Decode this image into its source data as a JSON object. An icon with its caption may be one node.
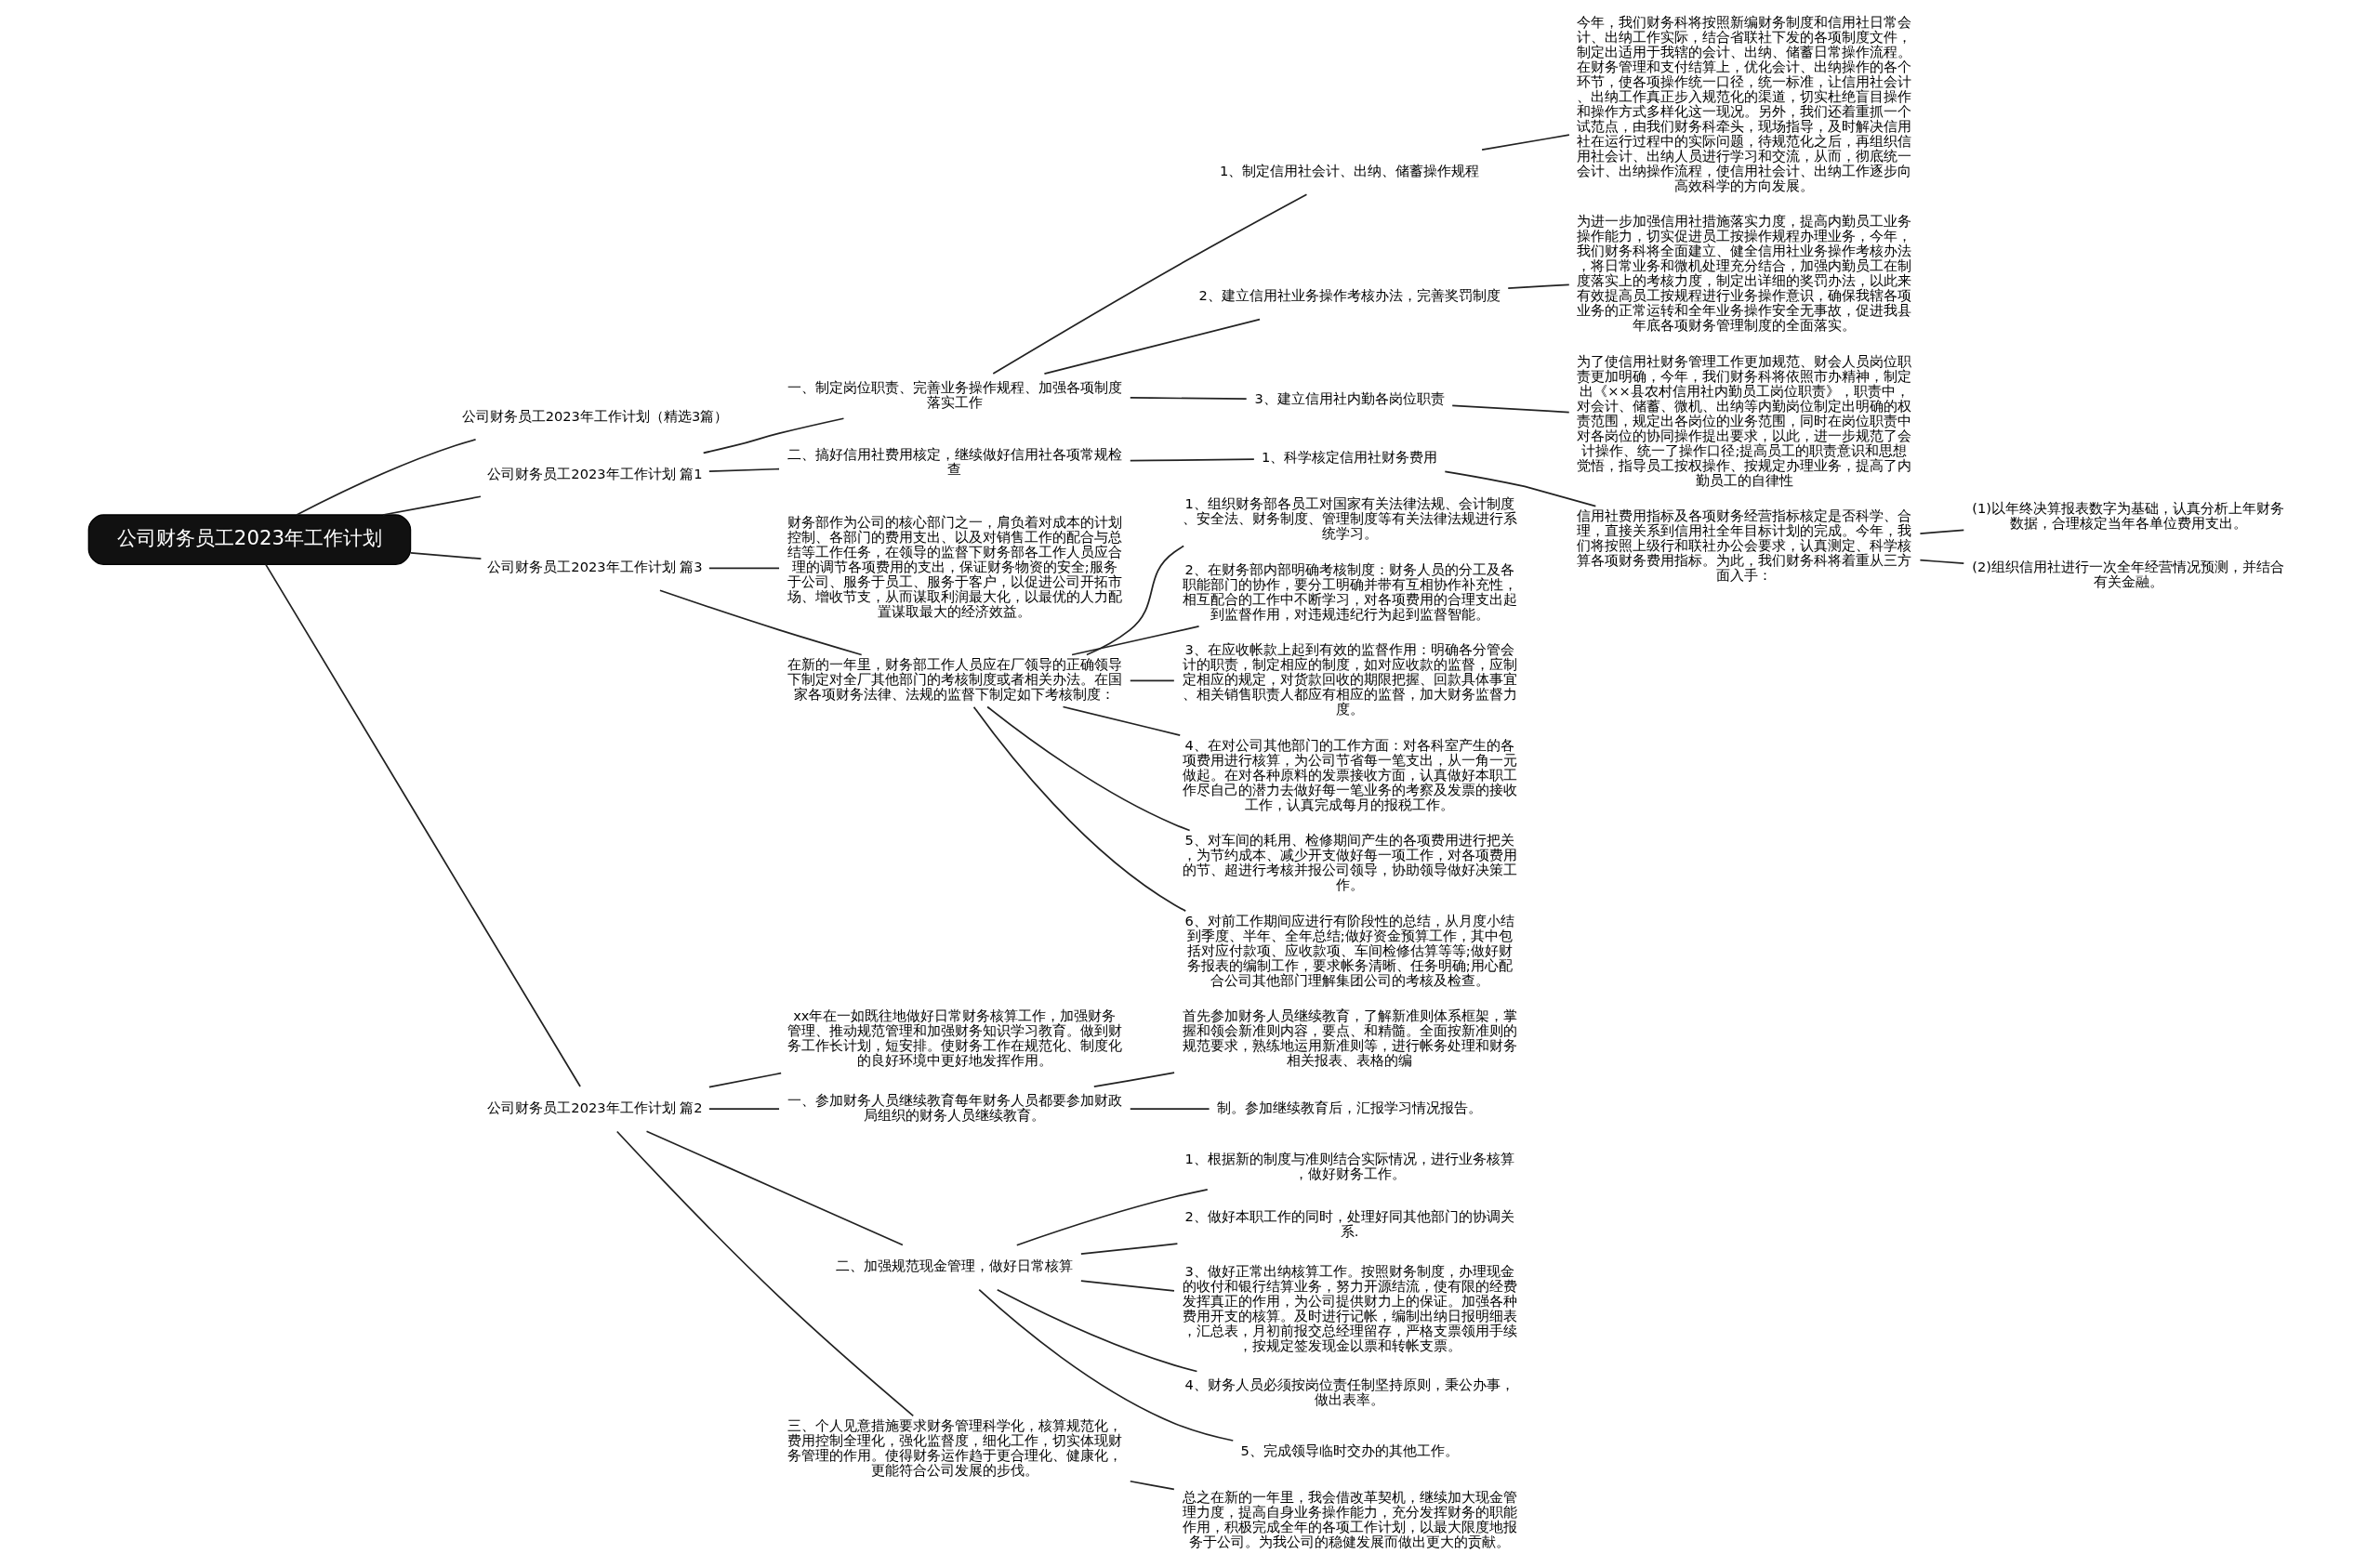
{
  "diagram": {
    "nodes": [
      {
        "text": [
          "公司财务员工2023年工作计划"
        ]
      },
      {
        "text": [
          "公司财务员工2023年工作计划（精选3篇）"
        ]
      },
      {
        "text": [
          "公司财务员工2023年工作计划 篇1"
        ]
      },
      {
        "text": [
          "一、制定岗位职责、完善业务操作规程、加强各项制度落实工作"
        ]
      },
      {
        "text": [
          "1、制定信用社会计、出纳、储蓄操作规程"
        ]
      },
      {
        "text": [
          "今年，我们财务科将按照新编财务制度和信用社日常会计、出纳工作实际，结合省联社下发的各项制度文件，制定出适用于我辖的会计、出纳、储蓄日常操作流程。在财务管理和支付结算上，优化会计、出纳操作的各个环节，使各项操作统一口径，统一标准，让信用社会计、出纳工作真正步入规范化的渠道，切实杜绝盲目操作和操作方式多样化这一现况。另外，我们还着重抓一个试范点，由我们财务科牵头，现场指导，及时解决信用社在运行过程中的实际问题，待规范化之后，再组织信用社会计、出纳人员进行学习和交流，从而，彻底统一会计、出纳操作流程，使信用社会计、出纳工作逐步向高效科学的方向发展。"
        ]
      },
      {
        "text": [
          "2、建立信用社业务操作考核办法，完善奖罚制度"
        ]
      },
      {
        "text": [
          "为进一步加强信用社措施落实力度，提高内勤员工业务操作能力，切实促进员工按操作规程办理业务，今年，我们财务科将全面建立、健全信用社业务操作考核办法，将日常业务和微机处理充分结合，加强内勤员工在制度落实上的考核力度，制定出详细的奖罚办法，以此来有效提高员工按规程进行业务操作意识，确保我辖各项业务的正常运转和全年业务操作安全无事故，促进我县年底各项财务管理制度的全面落实。"
        ]
      },
      {
        "text": [
          "3、建立信用社内勤各岗位职责"
        ]
      },
      {
        "text": [
          "为了使信用社财务管理工作更加规范、财会人员岗位职责更加明确，今年，我们财务科将依照市办精神，制定出《××县农村信用社内勤员工岗位职责》，职责中，对会计、储蓄、微机、出纳等内勤岗位制定出明确的权责范围，规定出各岗位的业务范围，同时在岗位职责中对各岗位的协同操作提出要求，以此，进一步规范了会计操作、统一了操作口径;提高员工的职责意识和思想觉悟，指导员工按权操作、按规定办理业务，提高了内勤员工的自律性"
        ]
      },
      {
        "text": [
          "二、搞好信用社费用核定，继续做好信用社各项常规检查"
        ]
      },
      {
        "text": [
          "1、科学核定信用社财务费用"
        ]
      },
      {
        "text": [
          "信用社费用指标及各项财务经营指标核定是否科学、合理，直接关系到信用社全年目标计划的完成。今年，我们将按照上级行和联社办公会要求，认真测定、科学核算各项财务费用指标。为此，我们财务科将着重从三方面入手："
        ]
      },
      {
        "text": [
          "(1)以年终决算报表数字为基础，认真分析上年财务数据，合理核定当年各单位费用支出。"
        ]
      },
      {
        "text": [
          "(2)组织信用社进行一次全年经营情况预测，并结合有关金融。"
        ]
      },
      {
        "text": [
          "公司财务员工2023年工作计划 篇3"
        ]
      },
      {
        "text": [
          "财务部作为公司的核心部门之一，肩负着对成本的计划控制、各部门的费用支出、以及对销售工作的配合与总结等工作任务，在领导的监督下财务部各工作人员应合理的调节各项费用的支出，保证财务物资的安全;服务于公司、服务于员工、服务于客户，以促进公司开拓市场、增收节支，从而谋取利润最大化，以最优的人力配置谋取最大的经济效益。"
        ]
      },
      {
        "text": [
          "在新的一年里，财务部工作人员应在厂领导的正确领导下制定对全厂其他部门的考核制度或者相关办法。在国家各项财务法律、法规的监督下制定如下考核制度："
        ]
      },
      {
        "text": [
          "1、组织财务部各员工对国家有关法律法规、会计制度、安全法、财务制度、管理制度等有关法律法规进行系统学习。"
        ]
      },
      {
        "text": [
          "2、在财务部内部明确考核制度：财务人员的分工及各职能部门的协作，要分工明确并带有互相协作补充性，相互配合的工作中不断学习，对各项费用的合理支出起到监督作用，对违规违纪行为起到监督智能。"
        ]
      },
      {
        "text": [
          "3、在应收帐款上起到有效的监督作用：明确各分管会计的职责，制定相应的制度，如对应收款的监督，应制定相应的规定，对货款回收的期限把握、回款具体事宜、相关销售职责人都应有相应的监督，加大财务监督力度。"
        ]
      },
      {
        "text": [
          "4、在对公司其他部门的工作方面：对各科室产生的各项费用进行核算，为公司节省每一笔支出，从一角一元做起。在对各种原料的发票接收方面，认真做好本职工作尽自己的潜力去做好每一笔业务的考察及发票的接收工作，认真完成每月的报税工作。"
        ]
      },
      {
        "text": [
          "5、对车间的耗用、检修期间产生的各项费用进行把关，为节约成本、减少开支做好每一项工作，对各项费用的节、超进行考核并报公司领导，协助领导做好决策工作。"
        ]
      },
      {
        "text": [
          "6、对前工作期间应进行有阶段性的总结，从月度小结到季度、半年、全年总结;做好资金预算工作，其中包括对应付款项、应收款项、车间检修估算等等;做好财务报表的编制工作，要求帐务清晰、任务明确;用心配合公司其他部门理解集团公司的考核及检查。"
        ]
      },
      {
        "text": [
          "公司财务员工2023年工作计划 篇2"
        ]
      },
      {
        "text": [
          "xx年在一如既往地做好日常财务核算工作，加强财务管理、推动规范管理和加强财务知识学习教育。做到财务工作长计划，短安排。使财务工作在规范化、制度化的良好环境中更好地发挥作用。"
        ]
      },
      {
        "text": [
          "一、参加财务人员继续教育每年财务人员都要参加财政局组织的财务人员继续教育。"
        ]
      },
      {
        "text": [
          "首先参加财务人员继续教育，了解新准则体系框架，掌握和领会新准则内容，要点、和精髓。全面按新准则的规范要求，熟练地运用新准则等，进行帐务处理和财务相关报表、表格的编"
        ]
      },
      {
        "text": [
          "制。参加继续教育后，汇报学习情况报告。"
        ]
      },
      {
        "text": [
          "二、加强规范现金管理，做好日常核算"
        ]
      },
      {
        "text": [
          "1、根据新的制度与准则结合实际情况，进行业务核算，做好财务工作。"
        ]
      },
      {
        "text": [
          "2、做好本职工作的同时，处理好同其他部门的协调关系."
        ]
      },
      {
        "text": [
          "3、做好正常出纳核算工作。按照财务制度，办理现金的收付和银行结算业务，努力开源结流，使有限的经费发挥真正的作用，为公司提供财力上的保证。加强各种费用开支的核算。及时进行记帐，编制出纳日报明细表，汇总表，月初前报交总经理留存，严格支票领用手续，按规定签发现金以票和转帐支票。"
        ]
      },
      {
        "text": [
          "4、财务人员必须按岗位责任制坚持原则，秉公办事，做出表率。"
        ]
      },
      {
        "text": [
          "5、完成领导临时交办的其他工作。"
        ]
      },
      {
        "text": [
          "三、个人见意措施要求财务管理科学化，核算规范化，费用控制全理化，强化监督度，细化工作，切实体现财务管理的作用。使得财务运作趋于更合理化、健康化，更能符合公司发展的步伐。"
        ]
      },
      {
        "text": [
          "总之在新的一年里，我会借改革契机，继续加大现金管理力度，提高自身业务操作能力，充分发挥财务的职能作用，积极完成全年的各项工作计划，以最大限度地报务于公司。为我公司的稳健发展而做出更大的贡献。"
        ]
      }
    ],
    "edges": [
      {
        "from": 0,
        "to": 1,
        "arrow": "none"
      },
      {
        "from": 0,
        "to": 2,
        "arrow": "none"
      },
      {
        "from": 2,
        "to": 3,
        "arrow": "none"
      },
      {
        "from": 3,
        "to": 4,
        "arrow": "none"
      },
      {
        "from": 4,
        "to": 5,
        "arrow": "none"
      },
      {
        "from": 3,
        "to": 6,
        "arrow": "none"
      },
      {
        "from": 6,
        "to": 7,
        "arrow": "none"
      },
      {
        "from": 3,
        "to": 8,
        "arrow": "none"
      },
      {
        "from": 8,
        "to": 9,
        "arrow": "none"
      },
      {
        "from": 2,
        "to": 10,
        "arrow": "none"
      },
      {
        "from": 10,
        "to": 11,
        "arrow": "none"
      },
      {
        "from": 11,
        "to": 12,
        "arrow": "none"
      },
      {
        "from": 12,
        "to": 13,
        "arrow": "none"
      },
      {
        "from": 12,
        "to": 14,
        "arrow": "none"
      },
      {
        "from": 0,
        "to": 15,
        "arrow": "none"
      },
      {
        "from": 15,
        "to": 16,
        "arrow": "none"
      },
      {
        "from": 15,
        "to": 17,
        "arrow": "none"
      },
      {
        "from": 17,
        "to": 18,
        "arrow": "none"
      },
      {
        "from": 17,
        "to": 19,
        "arrow": "none"
      },
      {
        "from": 17,
        "to": 20,
        "arrow": "none"
      },
      {
        "from": 17,
        "to": 21,
        "arrow": "none"
      },
      {
        "from": 17,
        "to": 22,
        "arrow": "none"
      },
      {
        "from": 17,
        "to": 23,
        "arrow": "none"
      },
      {
        "from": 0,
        "to": 24,
        "arrow": "none"
      },
      {
        "from": 24,
        "to": 25,
        "arrow": "none"
      },
      {
        "from": 24,
        "to": 26,
        "arrow": "none"
      },
      {
        "from": 26,
        "to": 27,
        "arrow": "none"
      },
      {
        "from": 26,
        "to": 28,
        "arrow": "none"
      },
      {
        "from": 24,
        "to": 29,
        "arrow": "none"
      },
      {
        "from": 29,
        "to": 30,
        "arrow": "none"
      },
      {
        "from": 29,
        "to": 31,
        "arrow": "none"
      },
      {
        "from": 29,
        "to": 32,
        "arrow": "none"
      },
      {
        "from": 29,
        "to": 33,
        "arrow": "none"
      },
      {
        "from": 29,
        "to": 34,
        "arrow": "none"
      },
      {
        "from": 24,
        "to": 35,
        "arrow": "none"
      },
      {
        "from": 35,
        "to": 36,
        "arrow": "none"
      }
    ]
  }
}
